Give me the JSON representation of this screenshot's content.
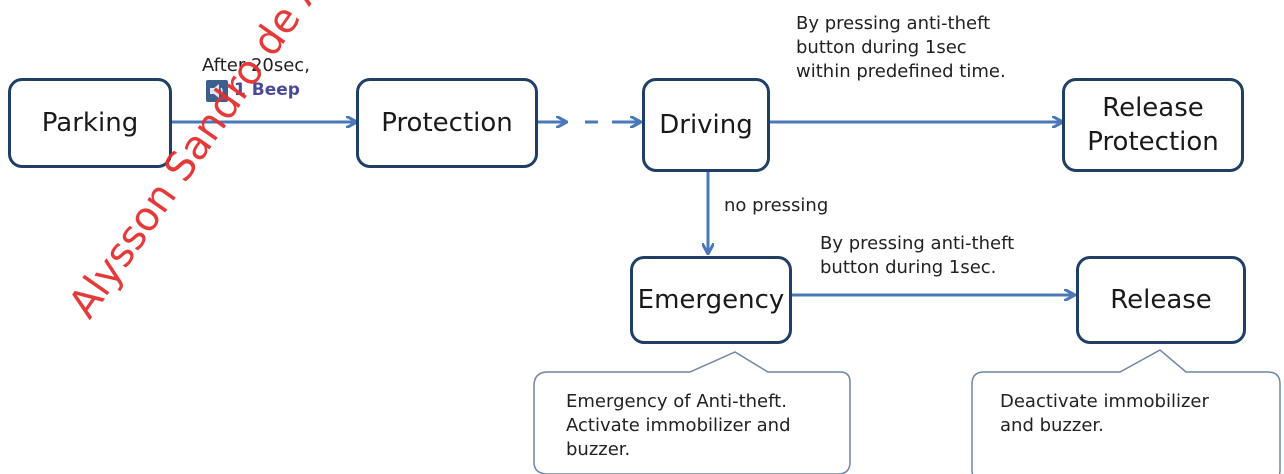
{
  "nodes": {
    "parking": "Parking",
    "protection": "Protection",
    "driving": "Driving",
    "release_protection": "Release\nProtection",
    "emergency": "Emergency",
    "release": "Release"
  },
  "edges": {
    "parking_to_protection": "After 20sec,",
    "beep": "1 Beep",
    "driving_to_release_protection": "By pressing anti-theft\nbutton during 1sec\nwithin predefined time.",
    "no_pressing": "no pressing",
    "emergency_to_release": "By pressing anti-theft\nbutton during 1sec."
  },
  "callouts": {
    "emergency": "Emergency of Anti-theft.\nActivate immobilizer and\nbuzzer.",
    "release": "Deactivate immobilizer\nand buzzer."
  },
  "watermark": "Alysson Sandro de Almeida",
  "colors": {
    "node_border": "#1f3f66",
    "arrow": "#4a78b8",
    "callout_border": "#6f86a6",
    "watermark": "#e53030",
    "beep_text": "#4a4a9a"
  },
  "icons": {
    "beep": "speaker-icon"
  }
}
